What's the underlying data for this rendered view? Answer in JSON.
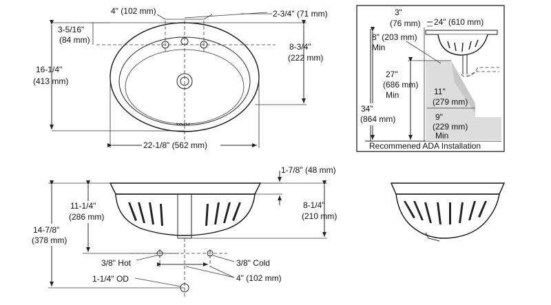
{
  "top_view": {
    "dim_faucet_spacing": "4\" (102 mm)",
    "dim_hole_offset": "2-3/4\" (71 mm)",
    "dim_holes_from_back_in": "3-5/16\"",
    "dim_holes_from_back_mm": "(84 mm)",
    "dim_front_back_in": "16-1/4\"",
    "dim_front_back_mm": "(413 mm)",
    "dim_bowl_in": "8-3/4\"",
    "dim_bowl_mm": "(222 mm)",
    "dim_width": "22-1/8\" (562 mm)"
  },
  "ada": {
    "dim_3_in": "3\"",
    "dim_3_mm": "(76 mm)",
    "dim_24": "24\" (610 mm)",
    "dim_8_in": "8\" (203 mm)",
    "dim_8_min": "Min",
    "dim_27_in": "27\"",
    "dim_27_mm": "(686 mm)",
    "dim_27_min": "Min",
    "dim_11_in": "11\"",
    "dim_11_mm": "(279 mm)",
    "dim_34_in": "34\"",
    "dim_34_mm": "(864 mm)",
    "dim_9_in": "9\"",
    "dim_9_mm": "(229 mm)",
    "dim_9_min": "Min",
    "caption": "Recommened ADA Installation"
  },
  "front_view": {
    "dim_rim": "1-7/8\" (48 mm)",
    "dim_overall_in": "14-7/8\"",
    "dim_overall_mm": "(378 mm)",
    "dim_depth_in": "11-1/4\"",
    "dim_depth_mm": "(286 mm)",
    "dim_bowl_in": "8-1/4\"",
    "dim_bowl_mm": "(210 mm)",
    "label_hot": "3/8\" Hot",
    "label_cold": "3/8\" Cold",
    "label_drain": "1-1/4\" OD",
    "dim_supply_spacing": "4\" (102 mm)"
  }
}
